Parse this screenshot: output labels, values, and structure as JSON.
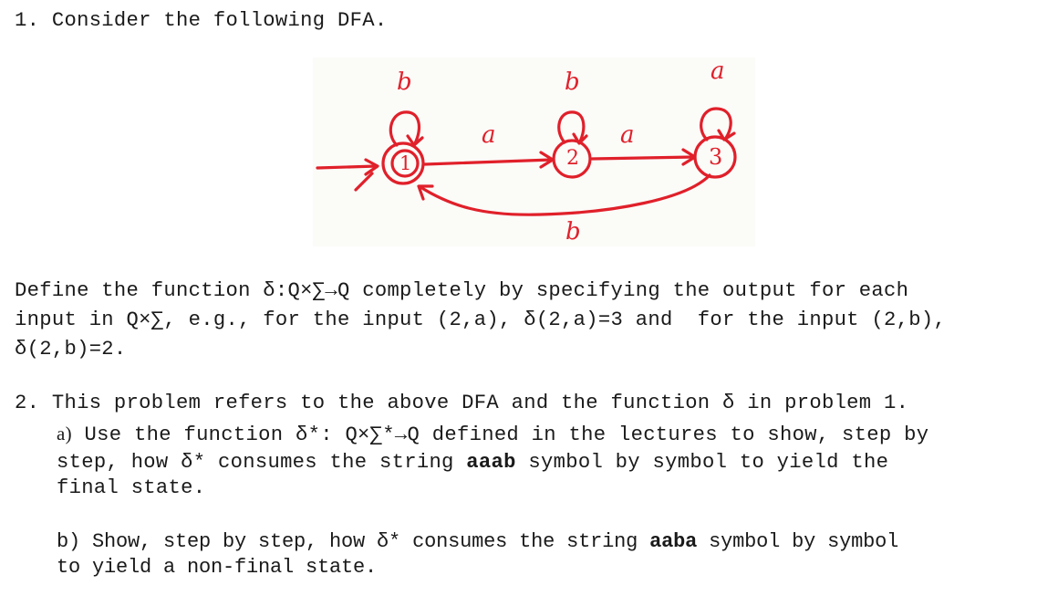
{
  "problem1": {
    "heading": "1. Consider the following DFA.",
    "define_line1": "Define the function δ:Q×∑→Q completely by specifying the output for each",
    "define_line2": "input in Q×∑, e.g., for the input (2,a), δ(2,a)=3 and  for the input (2,b),",
    "define_line3": "δ(2,b)=2."
  },
  "dfa": {
    "stroke_color": "#e0202a",
    "start_state": "1",
    "accepting_states": [
      "1"
    ],
    "states": [
      {
        "id": "1",
        "label": "1",
        "accepting": true,
        "start": true
      },
      {
        "id": "2",
        "label": "2",
        "accepting": false,
        "start": false
      },
      {
        "id": "3",
        "label": "3",
        "accepting": false,
        "start": false
      }
    ],
    "transitions": [
      {
        "from": "1",
        "to": "1",
        "symbol": "b"
      },
      {
        "from": "1",
        "to": "2",
        "symbol": "a"
      },
      {
        "from": "2",
        "to": "2",
        "symbol": "b"
      },
      {
        "from": "2",
        "to": "3",
        "symbol": "a"
      },
      {
        "from": "3",
        "to": "3",
        "symbol": "a"
      },
      {
        "from": "3",
        "to": "1",
        "symbol": "b"
      }
    ],
    "labels": {
      "loop1": "b",
      "edge12": "a",
      "loop2": "b",
      "edge23": "a",
      "loop3": "a",
      "edge31": "b",
      "state1": "1",
      "state2": "2",
      "state3": "3"
    }
  },
  "problem2": {
    "heading": "2. This problem refers to the above DFA and the function δ in problem 1.",
    "part_a": {
      "marker": "a)",
      "line1_rest": " Use the function δ*: Q×∑*→Q defined in the lectures to show, step by",
      "line2_pre": "step, how δ* consumes the string ",
      "string": "aaab",
      "line2_post": " symbol by symbol to yield the",
      "line3": "final state."
    },
    "part_b": {
      "line1_pre": "b) Show, step by step, how δ* consumes the string ",
      "string": "aaba",
      "line1_post": " symbol by symbol",
      "line2": "to yield a non-final state."
    }
  }
}
